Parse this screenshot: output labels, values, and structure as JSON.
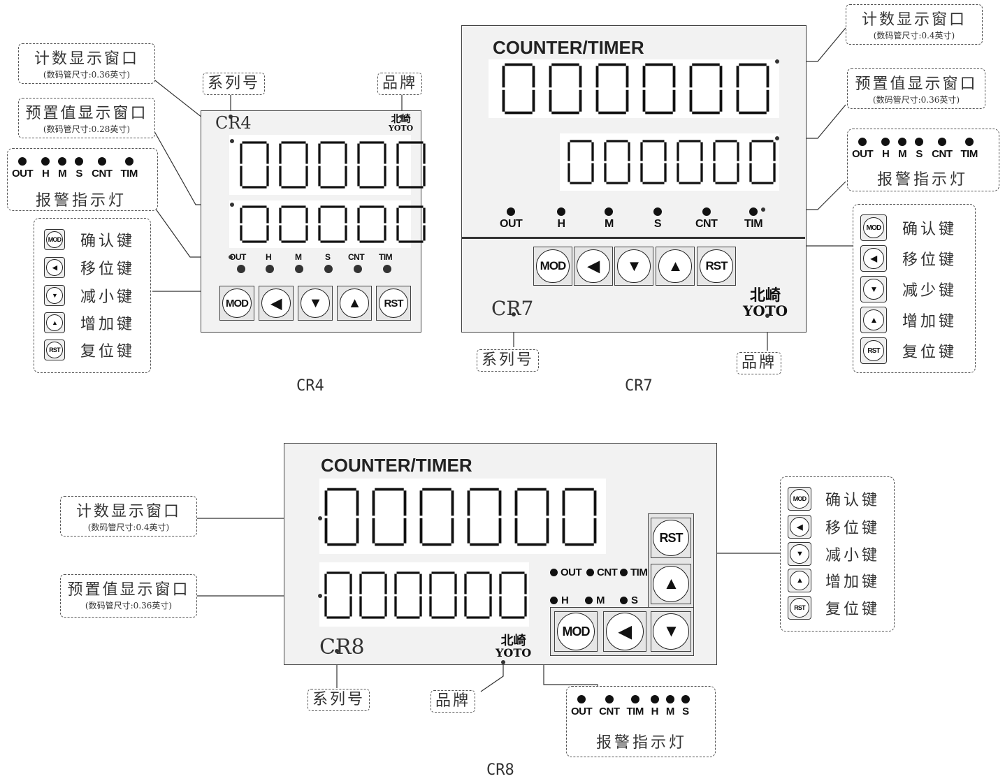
{
  "digit_text": "0",
  "labels": {
    "count_window": "计数显示窗口",
    "count_size_04": "(数码管尺寸:0.4英寸)",
    "count_size_036": "(数码管尺寸:0.36英寸)",
    "preset_window": "预置值显示窗口",
    "preset_size_028": "(数码管尺寸:0.28英寸)",
    "preset_size_036": "(数码管尺寸:0.36英寸)",
    "series_no": "系列号",
    "brand": "品牌",
    "alarm_leds": "报警指示灯"
  },
  "leds": {
    "out": "OUT",
    "h": "H",
    "m": "M",
    "s": "S",
    "cnt": "CNT",
    "tim": "TIM"
  },
  "keys": {
    "mod": "MOD",
    "rst": "RST"
  },
  "key_labels": {
    "confirm": "确认键",
    "shift": "移位键",
    "decrease": "减小键",
    "decrease_alt": "减少键",
    "increase": "增加键",
    "reset": "复位键"
  },
  "brand_cn": "北崎",
  "brand_en": "YOTO",
  "counter_timer": "COUNTER/TIMER",
  "models": {
    "cr4": {
      "series": "CR4",
      "caption": "CR4",
      "count_digits": 5,
      "preset_digits": 5
    },
    "cr7": {
      "series": "CR7",
      "caption": "CR7",
      "count_digits": 6,
      "preset_digits": 6
    },
    "cr8": {
      "series": "CR8",
      "caption": "CR8",
      "count_digits": 6,
      "preset_digits": 6
    }
  },
  "colors": {
    "panel": "#f2f2f2",
    "window": "#ffffff",
    "segment": "#111111",
    "line": "#333333"
  }
}
